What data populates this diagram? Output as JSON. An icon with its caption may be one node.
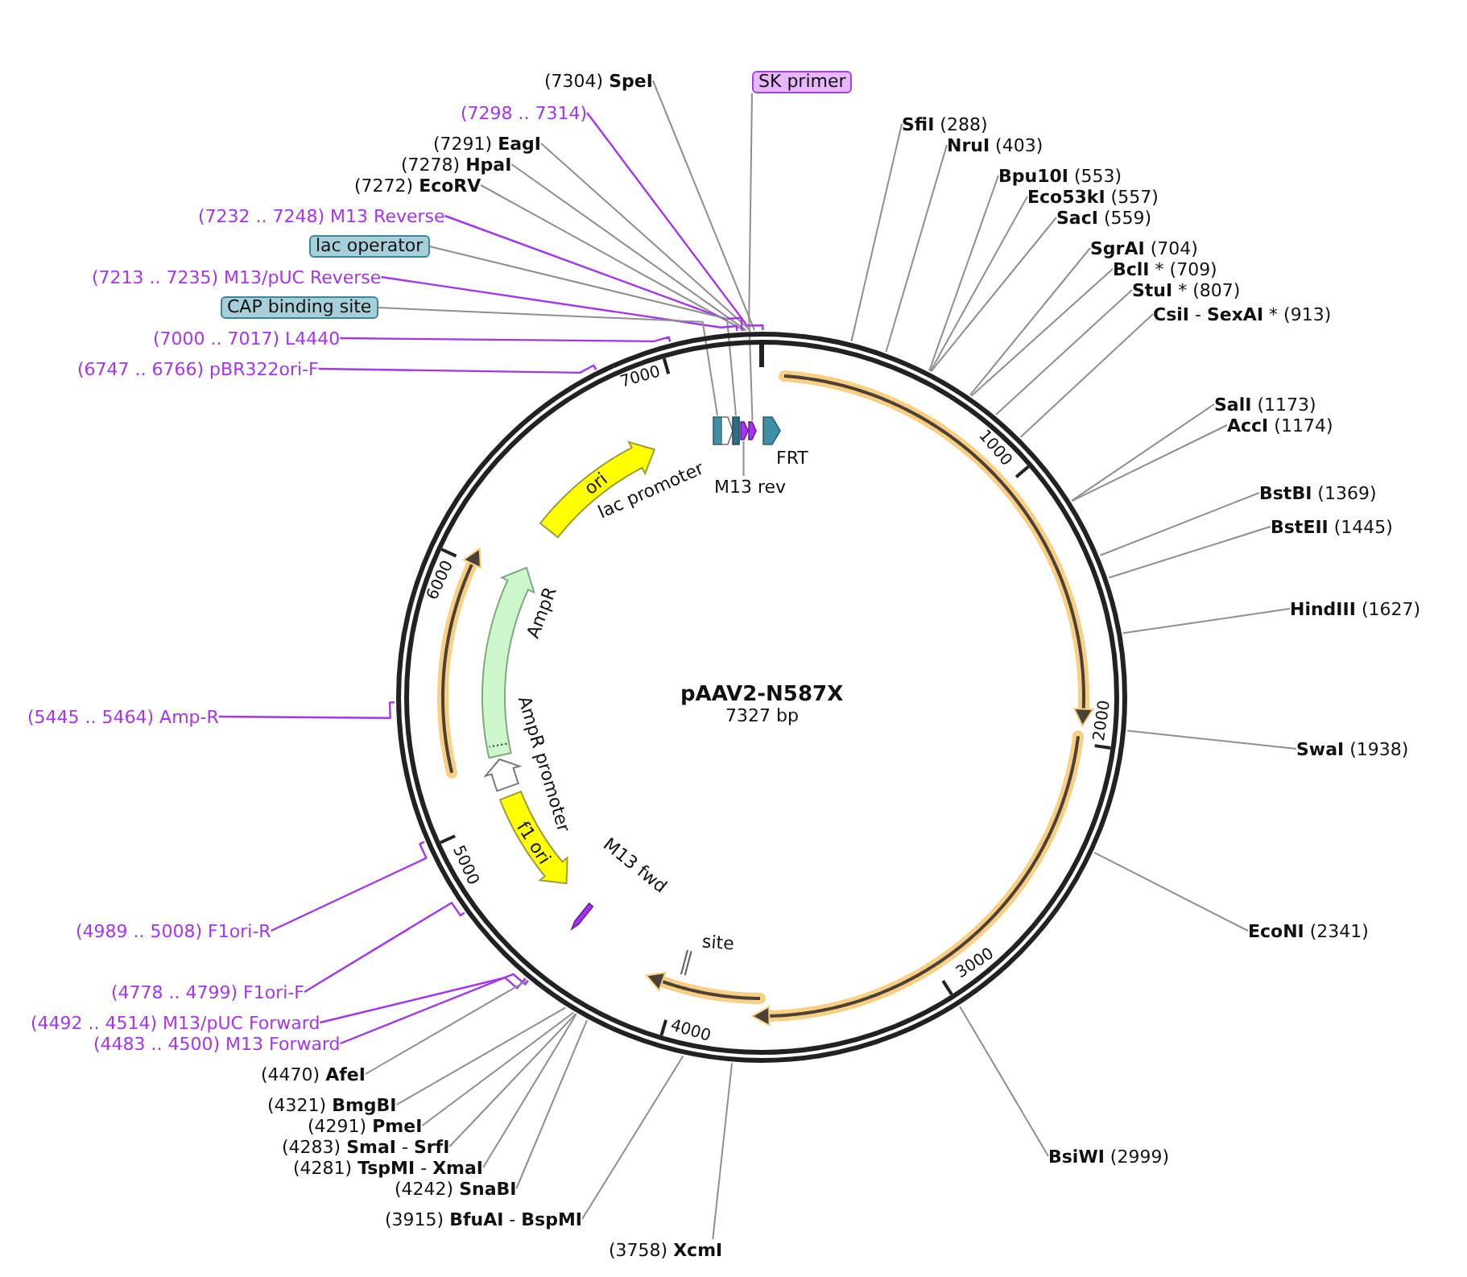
{
  "diagram": {
    "nodes": [
      {
        "text": [
          "pAAV2-N587X",
          "7327 bp"
        ]
      },
      {
        "text": [],
        "shape": "box",
        "in": 0
      },
      {
        "text": [],
        "shape": "arrow",
        "in": 0
      },
      {
        "text": [],
        "shape": "box",
        "in": 0
      },
      {
        "text": [],
        "shape": "arrow",
        "in": 0
      },
      {
        "text": [],
        "shape": "arrow",
        "in": 0
      },
      {
        "text": [],
        "shape": "arrow",
        "in": 0,
        "beside": [
          "FRT"
        ]
      },
      {
        "text": [
          "ori"
        ],
        "in": 0
      },
      {
        "text": [
          "M13 rev"
        ],
        "in": 0
      },
      {
        "text": [],
        "shape": "arrow",
        "in": 0,
        "beside": [
          "AmpR"
        ]
      },
      {
        "text": [],
        "shape": "arrow",
        "in": 0,
        "beside": [
          "AmpR promoter"
        ]
      },
      {
        "text": [
          "f1 ori"
        ],
        "in": 0
      },
      {
        "text": [],
        "shape": "arrow",
        "in": 0,
        "beside": [
          "M13 fwd"
        ]
      },
      {
        "text": [],
        "shape": "bar",
        "in": 0,
        "beside": [
          "site"
        ]
      },
      {
        "text": [
          "(7304) **SpeI**"
        ]
      },
      {
        "text": [
          "SK primer"
        ]
      },
      {
        "text": [
          "(7298 .. 7314)"
        ]
      },
      {
        "text": [
          "**SfiI** (288)"
        ]
      },
      {
        "text": [
          "(7291) **EagI**"
        ]
      },
      {
        "text": [
          "**NruI** (403)"
        ]
      },
      {
        "text": [
          "(7278) **HpaI**"
        ]
      },
      {
        "text": [
          "(7272) **EcoRV**"
        ]
      },
      {
        "text": [
          "**Bpu10I** (553)"
        ]
      },
      {
        "text": [
          "**Eco53kI** (557)"
        ]
      },
      {
        "text": [
          "(7232 .. 7248) M13 Reverse"
        ]
      },
      {
        "text": [
          "**SacI** (559)"
        ]
      },
      {
        "text": [
          "lac operator"
        ]
      },
      {
        "text": [
          "**SgrAI** (704)"
        ]
      },
      {
        "text": [
          "**BclI** * (709)"
        ]
      },
      {
        "text": [
          "(7213 .. 7235) M13/pUC Reverse"
        ]
      },
      {
        "text": [
          "**StuI** * (807)"
        ]
      },
      {
        "text": [
          "CAP binding site"
        ]
      },
      {
        "text": [
          "**CsiI** - **SexAI** * (913)"
        ]
      },
      {
        "text": [
          "(7000 .. 7017) L4440"
        ]
      },
      {
        "text": [
          "(6747 .. 6766) pBR322ori-F"
        ]
      },
      {
        "text": [
          "**SalI** (1173)"
        ]
      },
      {
        "text": [
          "**AccI** (1174)"
        ]
      },
      {
        "text": [
          "**BstBI** (1369)"
        ]
      },
      {
        "text": [
          "**BstEII** (1445)"
        ]
      },
      {
        "text": [
          "**HindIII** (1627)"
        ]
      },
      {
        "text": [
          "(5445 .. 5464) Amp-R"
        ]
      },
      {
        "text": [
          "**SwaI** (1938)"
        ]
      },
      {
        "text": [
          "(4989 .. 5008) F1ori-R"
        ]
      },
      {
        "text": [
          "**EcoNI** (2341)"
        ]
      },
      {
        "text": [
          "(4778 .. 4799) F1ori-F"
        ]
      },
      {
        "text": [
          "(4492 .. 4514) M13/pUC Forward"
        ]
      },
      {
        "text": [
          "(4483 .. 4500) M13 Forward"
        ]
      },
      {
        "text": [
          "(4470) **AfeI**"
        ]
      },
      {
        "text": [
          "(4321) **BmgBI**"
        ]
      },
      {
        "text": [
          "(4291) **PmeI**"
        ]
      },
      {
        "text": [
          "(4283) **SmaI** - **SrfI**"
        ]
      },
      {
        "text": [
          "**BsiWI** (2999)"
        ]
      },
      {
        "text": [
          "(4281) **TspMI** - **XmaI**"
        ]
      },
      {
        "text": [
          "(4242) **SnaBI**"
        ]
      },
      {
        "text": [
          "(3915) **BfuAI** - **BspMI**"
        ]
      },
      {
        "text": [
          "(3758) **XcmI**"
        ]
      }
    ],
    "edges": [
      {
        "from": 14,
        "to": 0,
        "arrow": "none"
      },
      {
        "from": 15,
        "to": 5,
        "arrow": "none"
      },
      {
        "from": 16,
        "to": 0,
        "arrow": "none",
        "color": "#a335ee"
      },
      {
        "from": 17,
        "to": 0,
        "arrow": "none"
      },
      {
        "from": 18,
        "to": 0,
        "arrow": "none"
      },
      {
        "from": 19,
        "to": 0,
        "arrow": "none"
      },
      {
        "from": 20,
        "to": 0,
        "arrow": "none"
      },
      {
        "from": 21,
        "to": 0,
        "arrow": "none"
      },
      {
        "from": 22,
        "to": 0,
        "arrow": "none"
      },
      {
        "from": 23,
        "to": 0,
        "arrow": "none"
      },
      {
        "from": 24,
        "to": 0,
        "arrow": "none",
        "color": "#a335ee"
      },
      {
        "from": 25,
        "to": 0,
        "arrow": "none"
      },
      {
        "from": 26,
        "to": 3,
        "arrow": "none"
      },
      {
        "from": 27,
        "to": 0,
        "arrow": "none"
      },
      {
        "from": 28,
        "to": 0,
        "arrow": "none"
      },
      {
        "from": 29,
        "to": 0,
        "arrow": "none",
        "color": "#a335ee"
      },
      {
        "from": 30,
        "to": 0,
        "arrow": "none"
      },
      {
        "from": 31,
        "to": 1,
        "arrow": "none"
      },
      {
        "from": 32,
        "to": 0,
        "arrow": "none"
      },
      {
        "from": 33,
        "to": 0,
        "arrow": "none",
        "color": "#a335ee"
      },
      {
        "from": 34,
        "to": 0,
        "arrow": "none",
        "color": "#a335ee"
      },
      {
        "from": 35,
        "to": 0,
        "arrow": "none"
      },
      {
        "from": 36,
        "to": 0,
        "arrow": "none"
      },
      {
        "from": 37,
        "to": 0,
        "arrow": "none"
      },
      {
        "from": 38,
        "to": 0,
        "arrow": "none"
      },
      {
        "from": 39,
        "to": 0,
        "arrow": "none"
      },
      {
        "from": 40,
        "to": 0,
        "arrow": "none",
        "color": "#a335ee"
      },
      {
        "from": 41,
        "to": 0,
        "arrow": "none"
      },
      {
        "from": 42,
        "to": 0,
        "arrow": "none",
        "color": "#a335ee"
      },
      {
        "from": 43,
        "to": 0,
        "arrow": "none"
      },
      {
        "from": 44,
        "to": 0,
        "arrow": "none",
        "color": "#a335ee"
      },
      {
        "from": 45,
        "to": 0,
        "arrow": "none",
        "color": "#a335ee"
      },
      {
        "from": 46,
        "to": 0,
        "arrow": "none",
        "color": "#a335ee"
      },
      {
        "from": 47,
        "to": 0,
        "arrow": "none"
      },
      {
        "from": 48,
        "to": 0,
        "arrow": "none"
      },
      {
        "from": 49,
        "to": 0,
        "arrow": "none"
      },
      {
        "from": 50,
        "to": 0,
        "arrow": "none"
      },
      {
        "from": 51,
        "to": 0,
        "arrow": "none"
      },
      {
        "from": 52,
        "to": 0,
        "arrow": "none"
      },
      {
        "from": 53,
        "to": 0,
        "arrow": "none"
      },
      {
        "from": 54,
        "to": 0,
        "arrow": "none"
      },
      {
        "from": 55,
        "to": 0,
        "arrow": "none"
      },
      {
        "from": 8,
        "to": 4,
        "arrow": "none"
      }
    ],
    "labels": [
      "7000",
      "1000",
      "lac promoter",
      "6000",
      "2000",
      "5000",
      "3000",
      "4000"
    ]
  }
}
